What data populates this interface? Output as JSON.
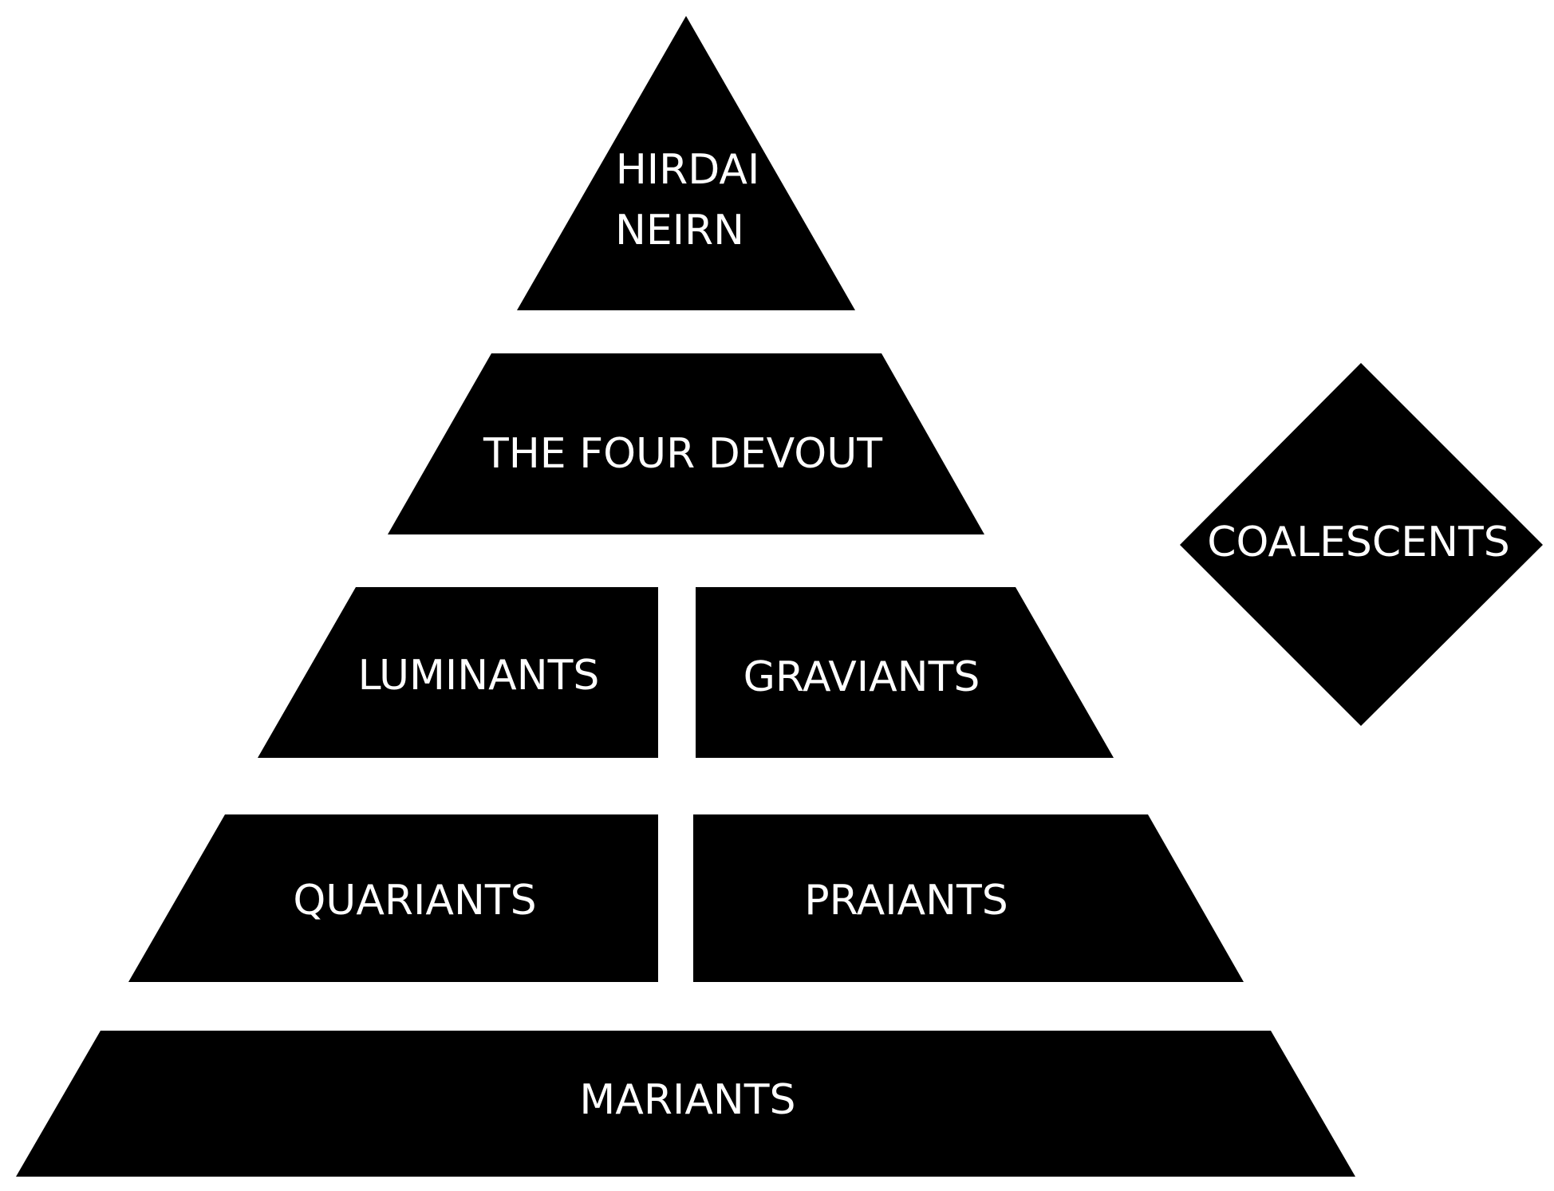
{
  "diagram": {
    "colors": {
      "background": "#ffffff",
      "shape_fill": "#000000",
      "text": "#ffffff"
    },
    "pyramid": {
      "apex": {
        "line1": "HIRDAI",
        "line2": "NEIRN"
      },
      "tier2": {
        "label": "THE FOUR DEVOUT"
      },
      "tier3": {
        "left": "LUMINANTS",
        "right": "GRAVIANTS"
      },
      "tier4": {
        "left": "QUARIANTS",
        "right": "PRAIANTS"
      },
      "base": {
        "label": "MARIANTS"
      }
    },
    "diamond": {
      "label": "COALESCENTS"
    }
  }
}
